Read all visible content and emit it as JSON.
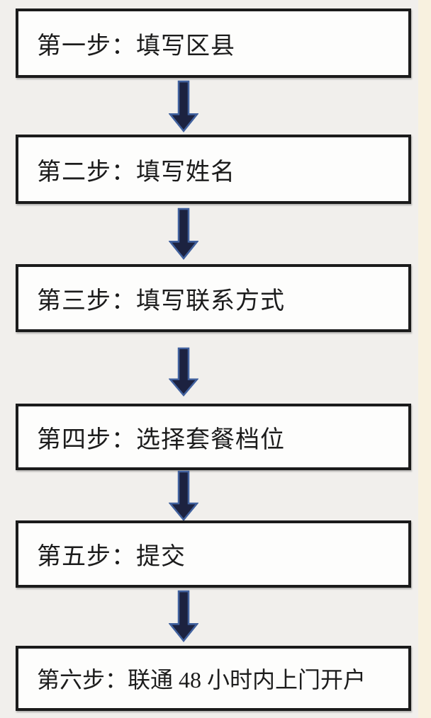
{
  "colors": {
    "page_background": "#f1efec",
    "side_strip": "#f8f1df",
    "box_fill": "#fdfdfc",
    "box_border": "#1b1b1b",
    "text": "#1c1c1c",
    "arrow_fill": "#1c2240",
    "arrow_outline": "#41619e"
  },
  "flowchart": {
    "steps": [
      {
        "label": "第一步：填写区县"
      },
      {
        "label": "第二步：填写姓名"
      },
      {
        "label": "第三步：填写联系方式"
      },
      {
        "label": "第四步：选择套餐档位"
      },
      {
        "label": "第五步：提交"
      },
      {
        "label": "第六步：联通 48 小时内上门开户"
      }
    ]
  }
}
